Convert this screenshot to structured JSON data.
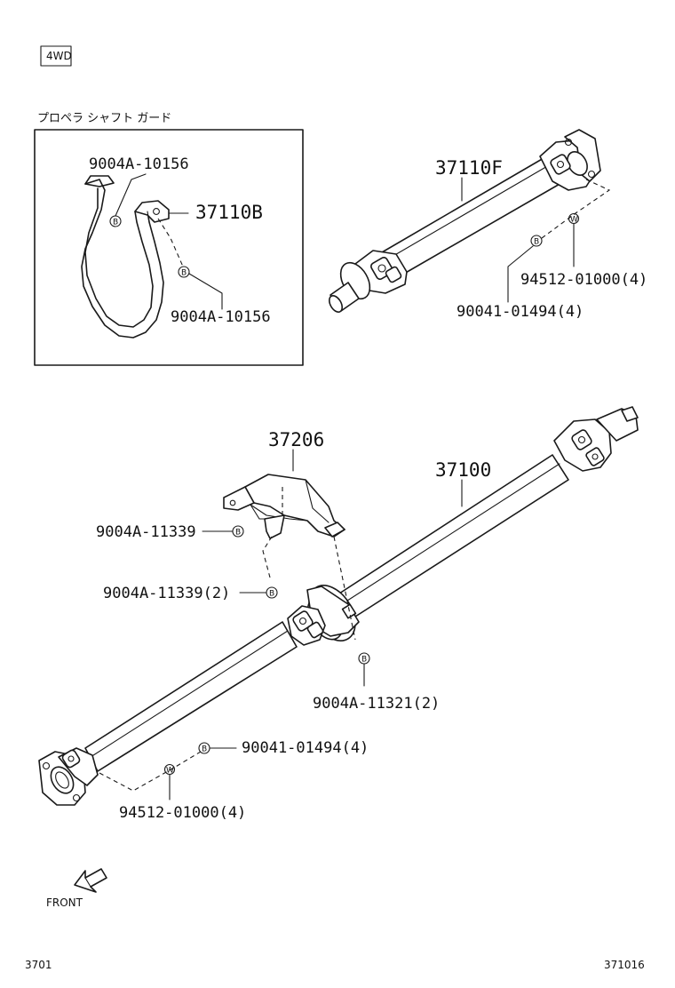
{
  "badge": "4WD",
  "guard_title": "プロペラ シャフト ガード",
  "symbol_bolt": "B",
  "symbol_washer": "W",
  "labels": {
    "guard_bolt_top": "9004A-10156",
    "guard_part": "37110B",
    "guard_bolt_bottom": "9004A-10156",
    "front_shaft": "37110F",
    "front_washer": "94512-01000(4)",
    "front_bolt": "90041-01494(4)",
    "bracket": "37206",
    "bracket_bolt_a": "9004A-11339",
    "bracket_bolt_b": "9004A-11339(2)",
    "main_shaft": "37100",
    "bearing_bolt": "9004A-11321(2)",
    "rear_bolt": "90041-01494(4)",
    "rear_washer": "94512-01000(4)"
  },
  "front_arrow_label": "FRONT",
  "footer_left": "3701",
  "footer_right": "371016"
}
